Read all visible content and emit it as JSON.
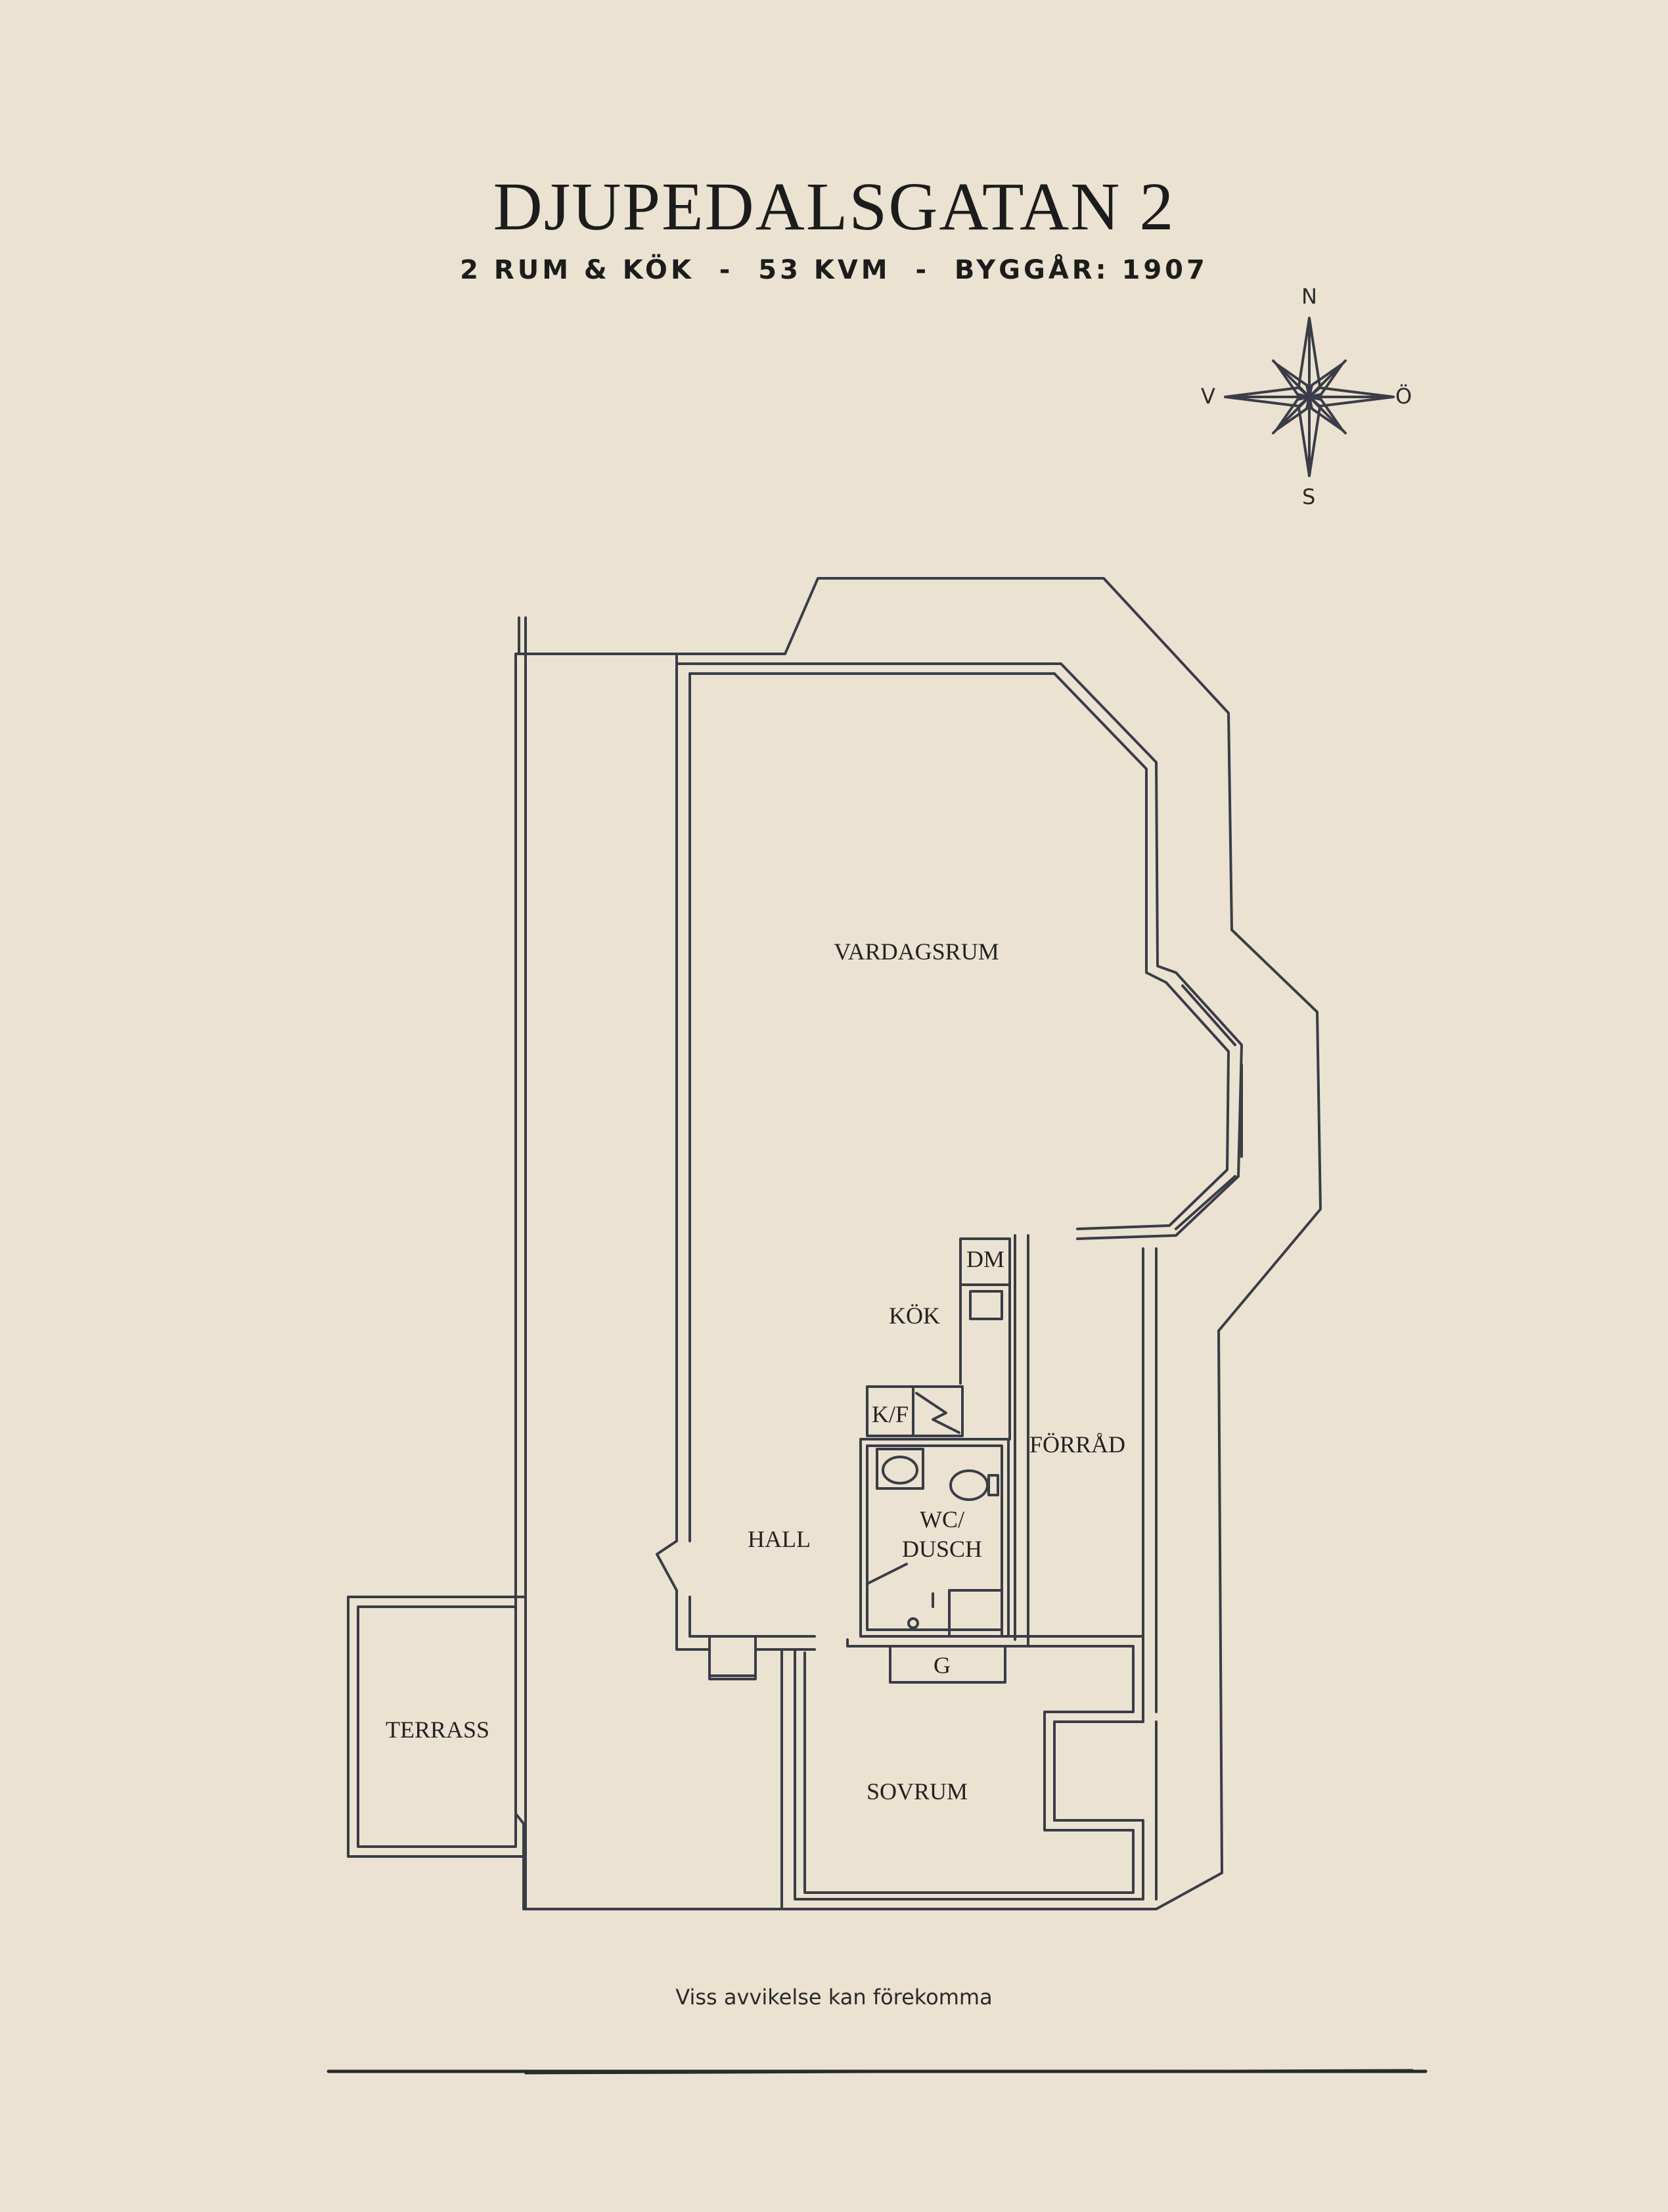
{
  "header": {
    "title": "DJUPEDALSGATAN 2",
    "subtitle": "2 RUM & KÖK  -  53 KVM  -  BYGGÅR: 1907"
  },
  "compass": {
    "north": "N",
    "south": "S",
    "west": "V",
    "east": "Ö"
  },
  "rooms": {
    "vardagsrum": "VARDAGSRUM",
    "dm": "DM",
    "kok": "KÖK",
    "kf": "K/F",
    "forrad": "FÖRRÅD",
    "wc_line1": "WC/",
    "wc_line2": "DUSCH",
    "hall": "HALL",
    "g": "G",
    "terrass": "TERRASS",
    "sovrum": "SOVRUM"
  },
  "footer": {
    "disclaimer": "Viss avvikelse kan förekomma"
  },
  "colors": {
    "background": "#ebe2d1",
    "line": "#3a3d47",
    "text": "#1c1c1c"
  }
}
